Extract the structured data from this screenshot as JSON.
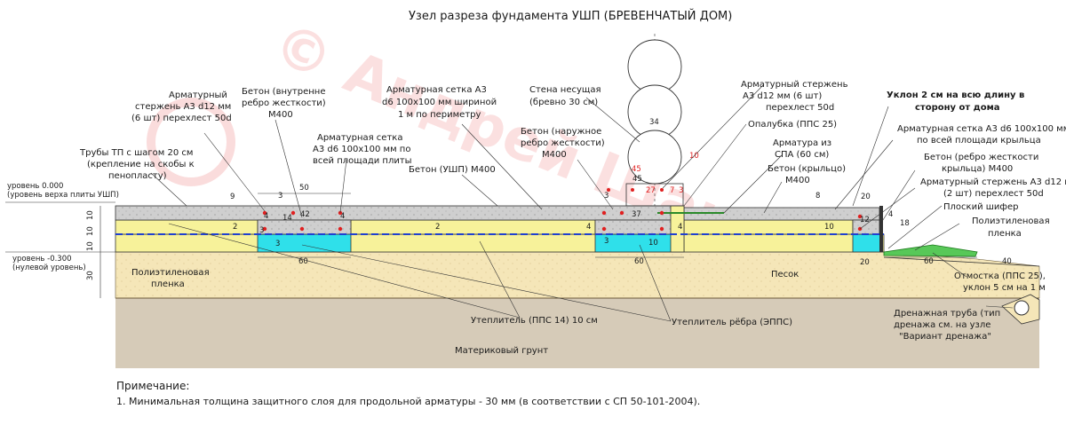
{
  "title": "Узел разреза фундамента УШП  (БРЕВЕНЧАТЫЙ ДОМ)",
  "watermark": "© Андрей Шанс",
  "levels": {
    "top": [
      "уровень 0.000",
      "(уровень верха плиты УШП)"
    ],
    "zero": [
      "уровень -0.300",
      "(нулевой уровень)"
    ]
  },
  "labels": {
    "rebar_left": [
      "Арматурный",
      "стержень А3 d12 мм",
      "(6 шт) перехлест 50d"
    ],
    "concrete_inner_rib": [
      "Бетон (внутренне",
      "ребро жесткости)",
      "М400"
    ],
    "mesh_perimeter": [
      "Арматурная сетка А3",
      "d6 100х100 мм шириной",
      "1 м по периметру"
    ],
    "wall": [
      "Стена несущая",
      "(бревно 30 см)"
    ],
    "rebar_right": [
      "Арматурный стержень",
      "А3 d12 мм (6 шт)",
      "перехлест 50d"
    ],
    "slope": [
      "Уклон 2 см на всю длину в",
      "сторону от дома"
    ],
    "pipes": [
      "Трубы ТП с шагом 20 см",
      "(крепление на скобы к",
      "пенопласту)"
    ],
    "mesh_full": [
      "Арматурная сетка",
      "А3 d6 100х100 мм по",
      "всей площади плиты"
    ],
    "concrete_outer_rib": [
      "Бетон (наружное",
      "ребро жесткости)",
      "М400"
    ],
    "formwork": "Опалубка (ППС 25)",
    "spa": [
      "Арматура из",
      "СПА (60 см)"
    ],
    "mesh_porch": [
      "Арматурная сетка А3 d6 100х100 мм",
      "по всей площади крыльца"
    ],
    "concrete_ushp": "Бетон (УШП) М400",
    "concrete_porch": [
      "Бетон (крыльцо)",
      "М400"
    ],
    "concrete_porch_rib": [
      "Бетон (ребро жесткости",
      "крыльца) М400"
    ],
    "rebar_porch": [
      "Арматурный стержень А3 d12 мм",
      "(2 шт) перехлест 50d"
    ],
    "slate": "Плоский шифер",
    "pe_film_right": [
      "Полиэтиленовая",
      "пленка"
    ],
    "pe_film_left": [
      "Полиэтиленовая",
      "пленка"
    ],
    "sand": "Песок",
    "otmostka": [
      "Отмостка (ППС 25),",
      "уклон 5 см на 1 м"
    ],
    "insulation_slab": "Утеплитель (ППС 14) 10 см",
    "insulation_rib": "Утеплитель рёбра (ЭППС)",
    "drain": [
      "Дренажная труба (тип",
      "дренажа см. на узле",
      "\"Вариант дренажа\""
    ],
    "ground": "Материковый грунт"
  },
  "dimensions": {
    "d50": "50",
    "d60": "60",
    "d20": "20",
    "d40": "40",
    "d30": "30",
    "d10": "10",
    "d42": "42",
    "d37": "37",
    "d14": "14",
    "d12": "12",
    "d18": "18",
    "d9": "9",
    "d8": "8",
    "d4": "4",
    "d3": "3",
    "d2": "2",
    "d45": "45",
    "d34": "34",
    "d27": "27",
    "d7": "7"
  },
  "note": {
    "heading": "Примечание:",
    "line1": "1. Минимальная толщина защитного слоя для продольной арматуры - 30 мм (в соответствии с СП 50-101-2004)."
  },
  "colors": {
    "concrete": "#c9c9c9",
    "pps_slab": "#f7f29a",
    "xps_rib": "#2fe0ea",
    "sand": "#f5e6b8",
    "ground": "#d6cbb8",
    "slate": "#58c858",
    "membrane": "#2040d0",
    "rebar": "#e02020"
  }
}
